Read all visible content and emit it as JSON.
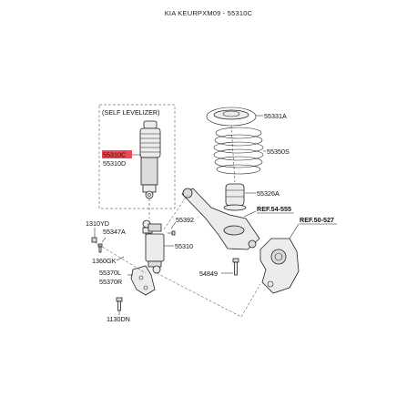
{
  "header": {
    "title": "KIA KEURPXM09 - 55310C"
  },
  "box": {
    "title": "(SELF LEVELIZER)"
  },
  "labels": {
    "p55310C": "55310C",
    "p55310D": "55310D",
    "p55331A": "55331A",
    "p55350S": "55350S",
    "p55326A": "55326A",
    "ref54": "REF.54-555",
    "ref50": "REF.50-527",
    "p1310YD": "1310YD",
    "p55347A": "55347A",
    "p55392": "55392",
    "p55310": "55310",
    "p1360GK": "1360GK",
    "p55370L": "55370L",
    "p55370R": "55370R",
    "p54849": "54849",
    "p1130DN": "1130DN"
  },
  "highlight": {
    "color": "#f2474f",
    "part": "55310C"
  }
}
